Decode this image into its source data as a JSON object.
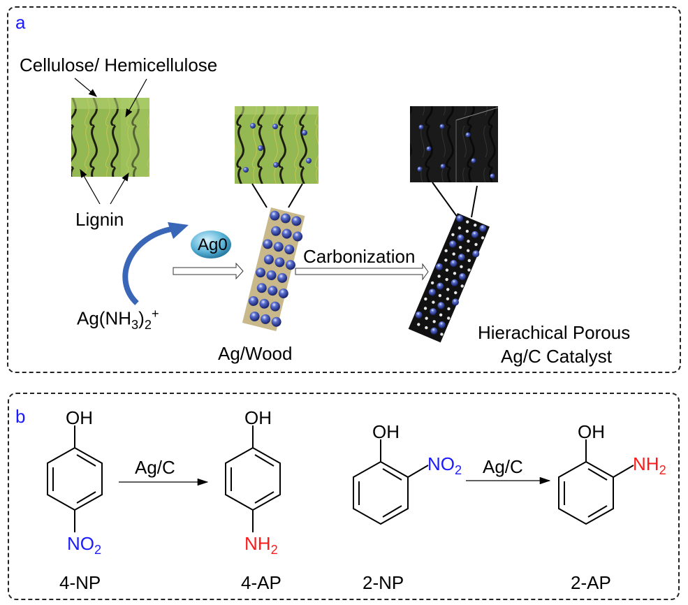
{
  "panel_a": {
    "label": "a",
    "cellulose_label": "Cellulose/ Hemicellulose",
    "lignin_label": "Lignin",
    "ag0_label": "Ag0",
    "ag_complex_label": "Ag(NH",
    "ag_complex_sub3": "3",
    "ag_complex_close": ")",
    "ag_complex_sub2": "2",
    "ag_complex_charge": "+",
    "ag_wood_label": "Ag/Wood",
    "carbonization_label": "Carbonization",
    "catalyst_label_line1": "Hierachical Porous",
    "catalyst_label_line2": "Ag/C Catalyst",
    "colors": {
      "wood_green": "#8fb04a",
      "lignin_dark": "#1e1e10",
      "ag_particle": "#3a4fb0",
      "carbon_black": "#151515",
      "wood_tan": "#c8b88a",
      "curved_arrow": "#3a66b8"
    }
  },
  "panel_b": {
    "label": "b",
    "reactions": [
      {
        "reactant": "4-NP",
        "product": "4-AP",
        "catalyst": "Ag/C",
        "reactant_group": "NO",
        "reactant_group_sub": "2",
        "product_group": "NH",
        "product_group_sub": "2",
        "oh": "OH",
        "position": "para"
      },
      {
        "reactant": "2-NP",
        "product": "2-AP",
        "catalyst": "Ag/C",
        "reactant_group": "NO",
        "reactant_group_sub": "2",
        "product_group": "NH",
        "product_group_sub": "2",
        "oh": "OH",
        "position": "ortho"
      }
    ],
    "colors": {
      "nitro": "#1a1aff",
      "amine": "#ff1a1a"
    }
  }
}
